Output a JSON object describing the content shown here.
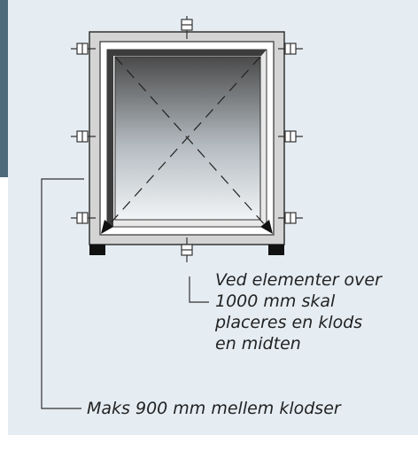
{
  "colors": {
    "background": "#e5edf3",
    "sidebar": "#4d6a7a",
    "frame_fill": "#d4d4d4",
    "glass_top": "#4a4a4a",
    "glass_bottom": "#f2f4f6",
    "block": "#111111",
    "line": "#333333"
  },
  "labels": {
    "center_block_note": [
      "Ved elementer over",
      "1000 mm skal",
      "placeres en klods",
      "en midten"
    ],
    "max_spacing_note": "Maks 900 mm mellem klodser"
  }
}
